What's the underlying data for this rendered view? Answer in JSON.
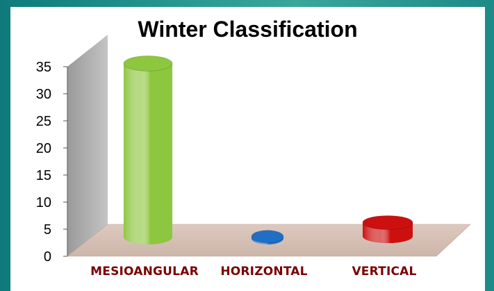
{
  "chart_data": {
    "type": "bar",
    "style": "3d-cylinder",
    "title": "Winter Classification",
    "categories": [
      "MESIOANGULAR",
      "HORIZONTAL",
      "VERTICAL"
    ],
    "values": [
      32,
      0.3,
      2.5
    ],
    "colors": [
      "#8dc63f",
      "#1f6fc6",
      "#cc1010"
    ],
    "yticks": [
      "0",
      "5",
      "10",
      "15",
      "20",
      "25",
      "30",
      "35"
    ],
    "ylim": [
      0,
      35
    ],
    "grid": false,
    "legend": false
  }
}
